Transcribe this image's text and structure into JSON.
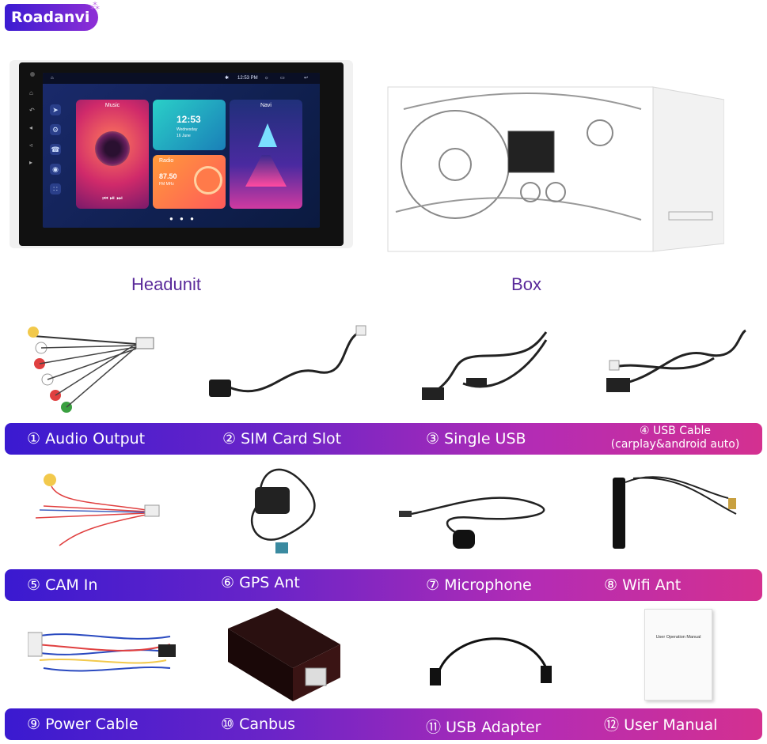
{
  "brand": {
    "logo_text": "Roadanvi",
    "logo_color": "#5a22d6"
  },
  "headunit": {
    "status_time": "12:53 PM",
    "cards": {
      "music_label": "Music",
      "clock_time": "12:53",
      "clock_day": "Wednesday",
      "clock_date": "16 June",
      "radio_label": "Radio",
      "radio_freq": "87.50",
      "radio_units": "FM   MHz",
      "navi_label": "Navi"
    }
  },
  "labels": {
    "headunit": "Headunit",
    "box": "Box"
  },
  "box_manual_title": "User Operation Manual",
  "rows": [
    {
      "items": [
        {
          "num": "①",
          "text": "Audio Output"
        },
        {
          "num": "②",
          "text": "SIM Card Slot"
        },
        {
          "num": "③",
          "text": "Single USB"
        },
        {
          "num": "④",
          "text": "USB Cable",
          "sub": "(carplay&android auto)"
        }
      ]
    },
    {
      "items": [
        {
          "num": "⑤",
          "text": "CAM In"
        },
        {
          "num": "⑥",
          "text": "GPS Ant"
        },
        {
          "num": "⑦",
          "text": "Microphone"
        },
        {
          "num": "⑧",
          "text": "Wifi Ant"
        }
      ]
    },
    {
      "items": [
        {
          "num": "⑨",
          "text": "Power Cable"
        },
        {
          "num": "⑩",
          "text": "Canbus"
        },
        {
          "num": "⑪",
          "text": "USB Adapter"
        },
        {
          "num": "⑫",
          "text": "User Manual"
        }
      ]
    }
  ],
  "colors": {
    "bar_start": "#3a1ad0",
    "bar_end": "#d43090",
    "label": "#5a2a9a"
  }
}
